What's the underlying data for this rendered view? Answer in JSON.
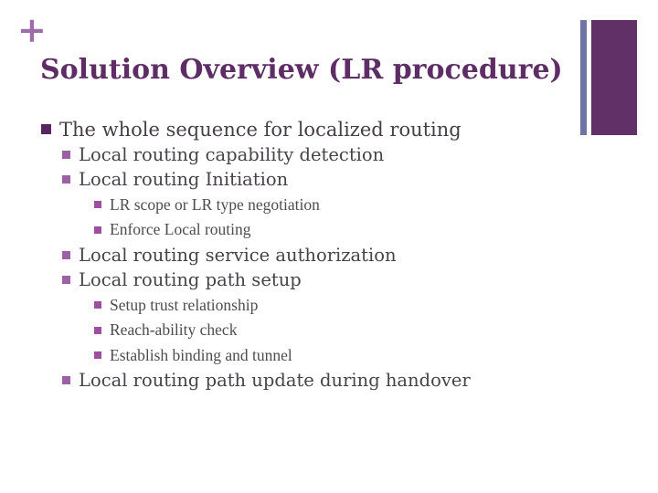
{
  "slide": {
    "plus_mark": "+",
    "title": "Solution Overview (LR procedure)",
    "bullets": [
      {
        "level": 1,
        "text": "The whole sequence for localized routing"
      },
      {
        "level": 2,
        "text": "Local routing capability detection"
      },
      {
        "level": 2,
        "text": "Local routing Initiation"
      },
      {
        "level": 3,
        "text": "LR scope or LR type negotiation"
      },
      {
        "level": 3,
        "text": "Enforce Local routing"
      },
      {
        "level": 2,
        "text": "Local routing service authorization"
      },
      {
        "level": 2,
        "text": "Local routing path setup"
      },
      {
        "level": 3,
        "text": "Setup trust relationship"
      },
      {
        "level": 3,
        "text": "Reach-ability check"
      },
      {
        "level": 3,
        "text": "Establish binding and tunnel"
      },
      {
        "level": 2,
        "text": "Local routing path update during handover"
      }
    ],
    "colors": {
      "background": "#ffffff",
      "title_text": "#5e2d66",
      "plus_mark": "#9c6cab",
      "body_text": "#474349",
      "level1_bullet": "#582663",
      "level2_bullet": "#9d5fa5",
      "level3_bullet": "#9d4f9f",
      "accent_bar_thin": "#6e74a4",
      "accent_panel": "#603067"
    }
  }
}
